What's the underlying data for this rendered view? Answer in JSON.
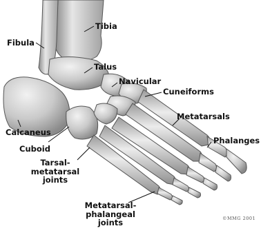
{
  "labels": {
    "tibia": "Tibia",
    "fibula": "Fibula",
    "talus": "Talus",
    "navicular": "Navicular",
    "cuneiforms": "Cuneiforms",
    "metatarsals": "Metatarsals",
    "phalanges": "Phalanges",
    "calcaneus": "Calcaneus",
    "cuboid": "Cuboid",
    "tarsal_metatarsal_line1": "Tarsal-",
    "tarsal_metatarsal_line2": "metatarsal",
    "tarsal_metatarsal_line3": "joints",
    "mtp_line1": "Metatarsal-",
    "mtp_line2": "phalangeal",
    "mtp_line3": "joints"
  },
  "credit": "©MMG 2001"
}
